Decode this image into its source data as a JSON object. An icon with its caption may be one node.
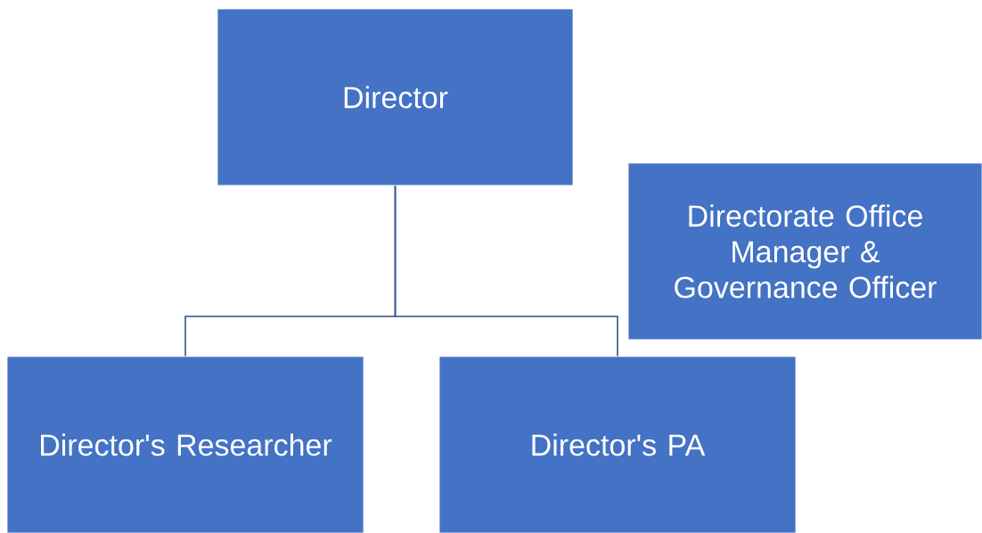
{
  "diagram": {
    "nodes": [
      {
        "text": [
          "Director"
        ]
      },
      {
        "text": [
          "Directorate Office Manager & Governance Officer"
        ]
      },
      {
        "text": [
          "Director's Researcher"
        ]
      },
      {
        "text": [
          "Director's PA"
        ]
      }
    ],
    "edges": [
      {
        "from": 0,
        "to": 2,
        "arrow": "none"
      },
      {
        "from": 0,
        "to": 3,
        "arrow": "none"
      }
    ]
  }
}
